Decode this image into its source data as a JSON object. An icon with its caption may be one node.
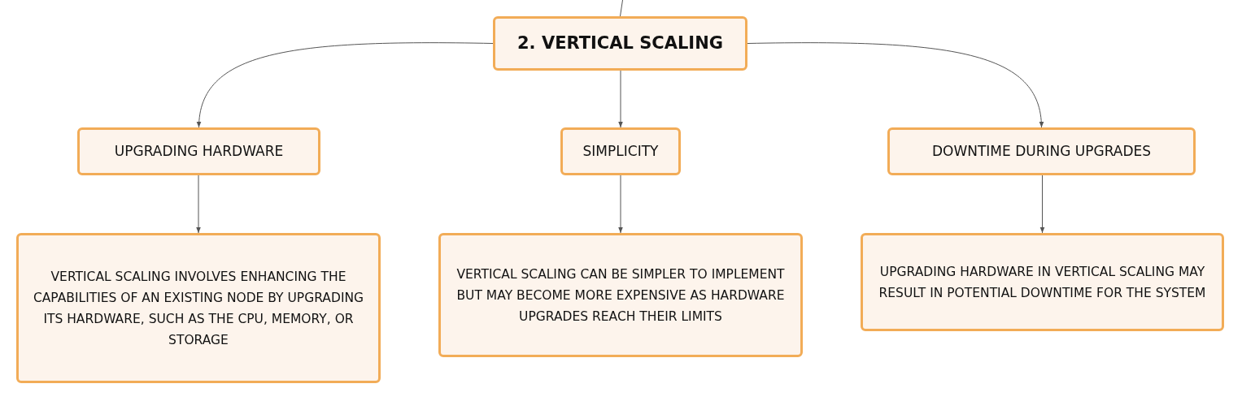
{
  "diagram": {
    "nodes": [
      {
        "text": [
          "2. VERTICAL SCALING"
        ]
      },
      {
        "text": [
          "UPGRADING HARDWARE"
        ]
      },
      {
        "text": [
          "SIMPLICITY"
        ]
      },
      {
        "text": [
          "DOWNTIME DURING UPGRADES"
        ]
      },
      {
        "text": [
          "VERTICAL SCALING INVOLVES ENHANCING THE CAPABILITIES OF AN EXISTING NODE BY UPGRADING ITS HARDWARE, SUCH AS THE CPU, MEMORY, OR STORAGE"
        ]
      },
      {
        "text": [
          "VERTICAL SCALING CAN BE SIMPLER TO IMPLEMENT BUT MAY BECOME MORE EXPENSIVE AS HARDWARE UPGRADES REACH THEIR LIMITS"
        ]
      },
      {
        "text": [
          "UPGRADING HARDWARE IN VERTICAL SCALING MAY RESULT IN POTENTIAL DOWNTIME FOR THE SYSTEM"
        ]
      }
    ],
    "edges": [
      {
        "from": null,
        "to": 0,
        "arrow": "none"
      },
      {
        "from": 0,
        "to": 1,
        "arrow": "to"
      },
      {
        "from": 0,
        "to": 2,
        "arrow": "to"
      },
      {
        "from": 0,
        "to": 3,
        "arrow": "to"
      },
      {
        "from": 1,
        "to": 4,
        "arrow": "to"
      },
      {
        "from": 2,
        "to": 5,
        "arrow": "to"
      },
      {
        "from": 3,
        "to": 6,
        "arrow": "to"
      }
    ]
  }
}
